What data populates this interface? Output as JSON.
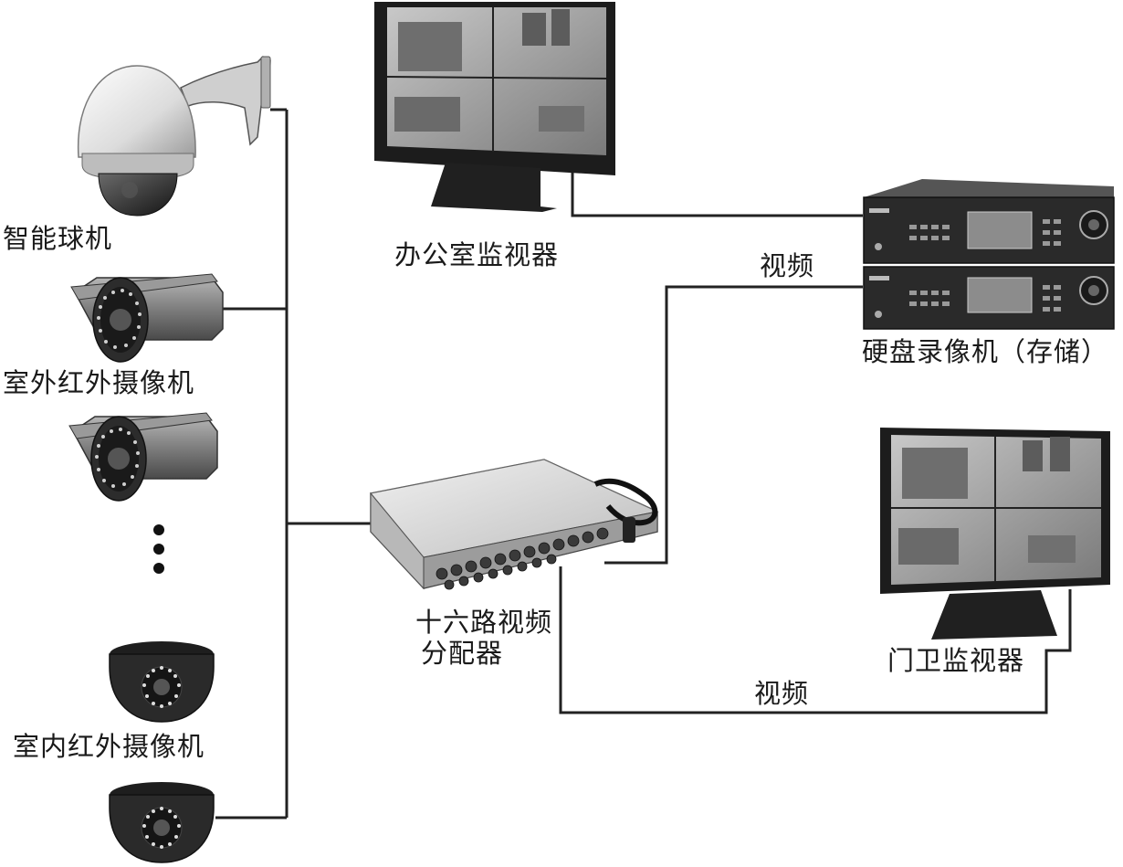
{
  "labels": {
    "dome_ptz": "智能球机",
    "outdoor_ir": "室外红外摄像机",
    "indoor_ir": "室内红外摄像机",
    "office_monitor": "办公室监视器",
    "dvr": "硬盘录像机（存储）",
    "gate_monitor": "门卫监视器",
    "splitter_line1": "十六路视频",
    "splitter_line2": "分配器",
    "video_top": "视频",
    "video_bottom": "视频"
  },
  "colors": {
    "line": "#222222",
    "device_dark": "#2a2a2a",
    "device_mid": "#8a8a8a",
    "device_light": "#d6d6d6",
    "screen": "#9a9a9a"
  },
  "icons": [
    "ptz-dome-camera-icon",
    "bullet-ir-camera-icon",
    "ellipsis-dots-icon",
    "indoor-dome-camera-icon",
    "video-splitter-icon",
    "lcd-monitor-icon",
    "dvr-recorder-icon"
  ]
}
